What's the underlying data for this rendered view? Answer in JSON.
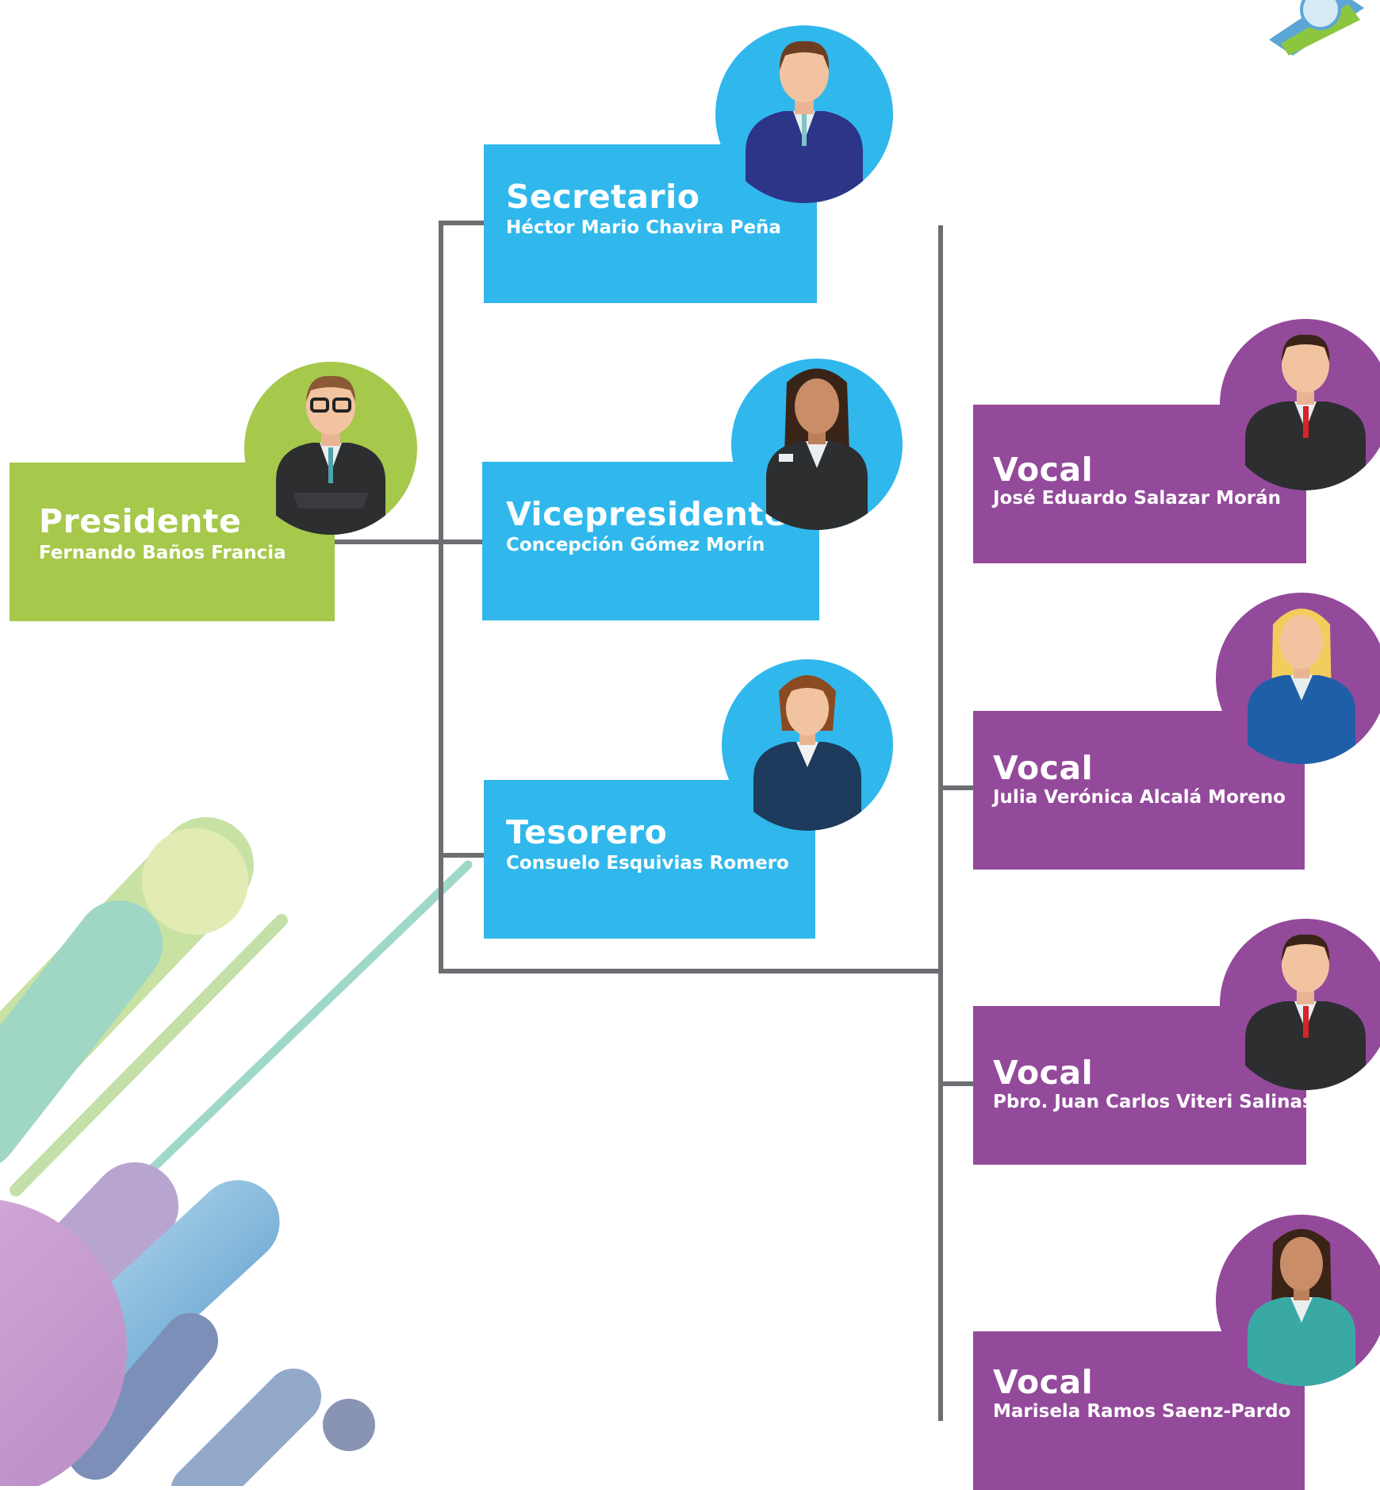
{
  "colors": {
    "president": "#a6c84b",
    "officer": "#30b8ec",
    "vocal": "#944a9b",
    "connector": "#6d6e71"
  },
  "president": {
    "role": "Presidente",
    "name": "Fernando Baños Francia",
    "avatar": "man-with-glasses-icon"
  },
  "officers": [
    {
      "role": "Secretario",
      "name": "Héctor Mario Chavira Peña",
      "avatar": "man-icon"
    },
    {
      "role": "Vicepresidente",
      "name": "Concepción Gómez Morín",
      "avatar": "woman-icon"
    },
    {
      "role": "Tesorero",
      "name": "Consuelo Esquivias Romero",
      "avatar": "woman-icon"
    }
  ],
  "vocals": [
    {
      "role": "Vocal",
      "name": "José Eduardo Salazar Morán",
      "avatar": "man-icon"
    },
    {
      "role": "Vocal",
      "name": "Julia Verónica Alcalá Moreno",
      "avatar": "woman-icon"
    },
    {
      "role": "Vocal",
      "name": "Pbro. Juan Carlos Viteri Salinas",
      "avatar": "man-icon"
    },
    {
      "role": "Vocal",
      "name": "Marisela Ramos Saenz-Pardo",
      "avatar": "woman-icon"
    }
  ]
}
